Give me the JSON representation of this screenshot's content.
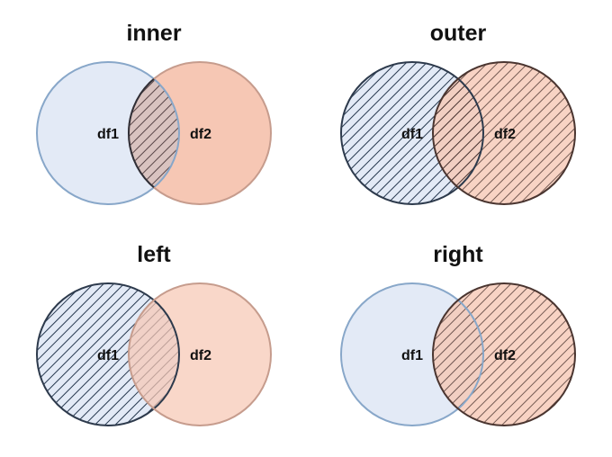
{
  "colors": {
    "df1_fill": "#e3eaf6",
    "df1_stroke": "#88a7c9",
    "df2_fill": "#f6c7b4",
    "df2_stroke": "#c69c8d",
    "df1_hatch_stroke": "#26384f",
    "df2_hatch_stroke": "#4e2c22",
    "overlap_hatch_stroke": "#3c2e34"
  },
  "panels": [
    {
      "title": "inner",
      "left_label": "df1",
      "right_label": "df2",
      "hatched": "intersection"
    },
    {
      "title": "outer",
      "left_label": "df1",
      "right_label": "df2",
      "hatched": "both"
    },
    {
      "title": "left",
      "left_label": "df1",
      "right_label": "df2",
      "hatched": "left"
    },
    {
      "title": "right",
      "left_label": "df1",
      "right_label": "df2",
      "hatched": "right"
    }
  ]
}
